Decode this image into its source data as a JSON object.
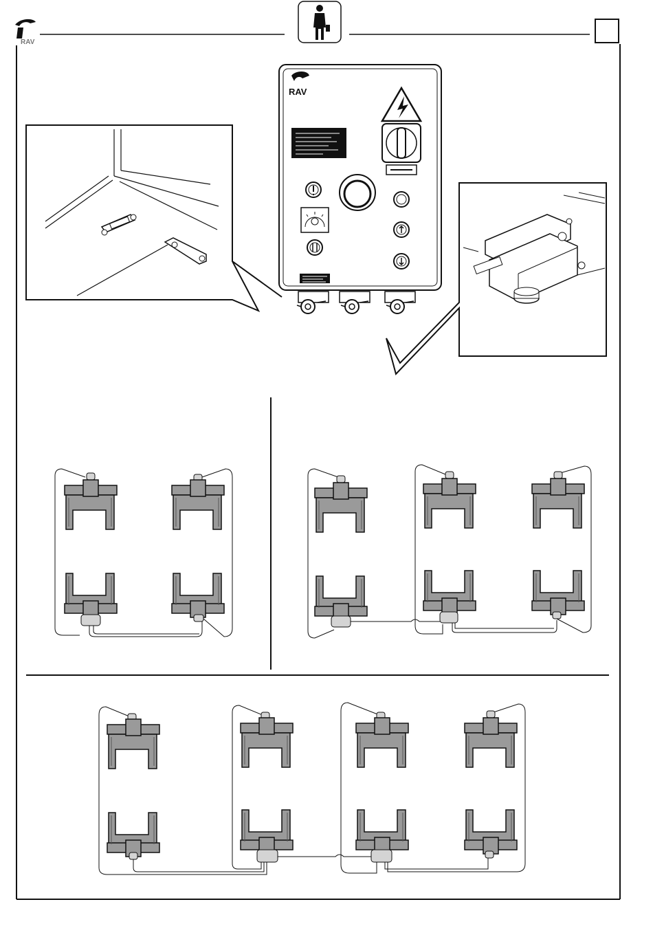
{
  "header": {
    "logo_icon": "rav-logo-icon",
    "person_icon": "technician-person-icon",
    "page_box_label": ""
  },
  "control_box": {
    "logo_letters": "RAV",
    "warning_icon": "high-voltage-warning-icon",
    "main_switch_icon": "rotary-main-switch-icon",
    "emergency_button_icon": "emergency-stop-button-icon",
    "left_buttons": [
      "warning-indicator-icon",
      "lift-selector-dial-icon",
      "up-down-button-icon"
    ],
    "right_buttons": [
      "white-indicator-light-icon",
      "lift-up-button-icon",
      "lift-down-button-icon"
    ],
    "output_connectors": 3
  },
  "details": {
    "left_detail": "floor-cable-connector-detail",
    "right_detail": "column-connector-housing-detail"
  },
  "configurations": [
    {
      "name": "2-post-pair-wiring",
      "columns": 4
    },
    {
      "name": "3-pair-wiring",
      "columns": 6
    },
    {
      "name": "4-pair-wiring",
      "columns": 8
    }
  ],
  "colors": {
    "line": "#111111",
    "column_fill": "#9a9a9a",
    "connector_fill": "#d4d4d4",
    "panel_label": "#111111"
  }
}
